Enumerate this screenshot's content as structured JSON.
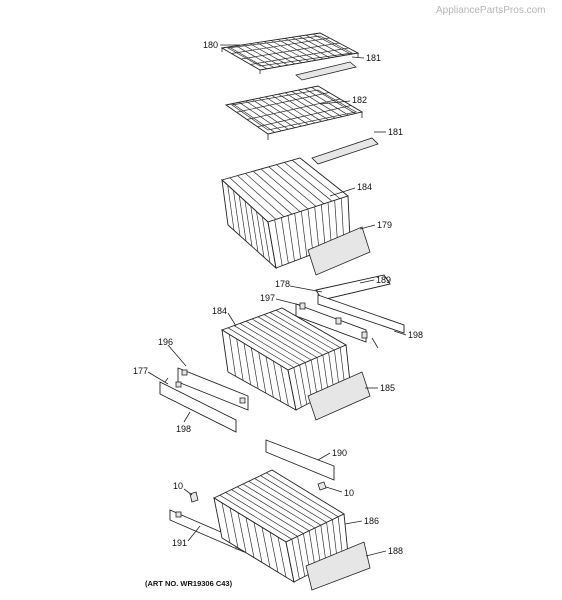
{
  "watermark": "AppliancePartsPros.com",
  "art_number": "(ART NO. WR19306 C43)",
  "callouts": [
    {
      "id": "c180",
      "text": "180"
    },
    {
      "id": "c181a",
      "text": "181"
    },
    {
      "id": "c182",
      "text": "182"
    },
    {
      "id": "c181b",
      "text": "181"
    },
    {
      "id": "c184a",
      "text": "184"
    },
    {
      "id": "c179",
      "text": "179"
    },
    {
      "id": "c178",
      "text": "178"
    },
    {
      "id": "c189",
      "text": "189"
    },
    {
      "id": "c197",
      "text": "197"
    },
    {
      "id": "c184b",
      "text": "184"
    },
    {
      "id": "c198a",
      "text": "198"
    },
    {
      "id": "c196",
      "text": "196"
    },
    {
      "id": "c177",
      "text": "177"
    },
    {
      "id": "c185",
      "text": "185"
    },
    {
      "id": "c198b",
      "text": "198"
    },
    {
      "id": "c190",
      "text": "190"
    },
    {
      "id": "c10a",
      "text": "10"
    },
    {
      "id": "c10b",
      "text": "10"
    },
    {
      "id": "c186",
      "text": "186"
    },
    {
      "id": "c191",
      "text": "191"
    },
    {
      "id": "c188",
      "text": "188"
    }
  ]
}
